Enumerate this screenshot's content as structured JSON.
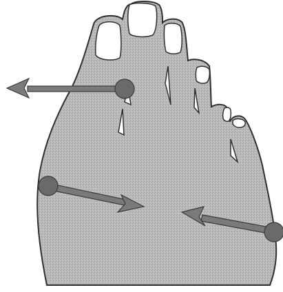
{
  "figure": {
    "subject": "foot-top-view",
    "colors": {
      "background": "#ffffff",
      "skin_fill": "#b7b7b7",
      "skin_stroke": "#2f2f2f",
      "nail_fill": "#ffffff",
      "arrow_fill": "#7a7a7a",
      "arrow_stroke": "#3b3b3b",
      "dot_fill": "#6a6a6a",
      "dot_stroke": "#3b3b3b"
    },
    "arrows": [
      {
        "name": "big-toe-arrow",
        "direction": "left"
      },
      {
        "name": "left-side-arrow",
        "direction": "right-inward"
      },
      {
        "name": "right-side-arrow",
        "direction": "left-inward"
      }
    ]
  }
}
